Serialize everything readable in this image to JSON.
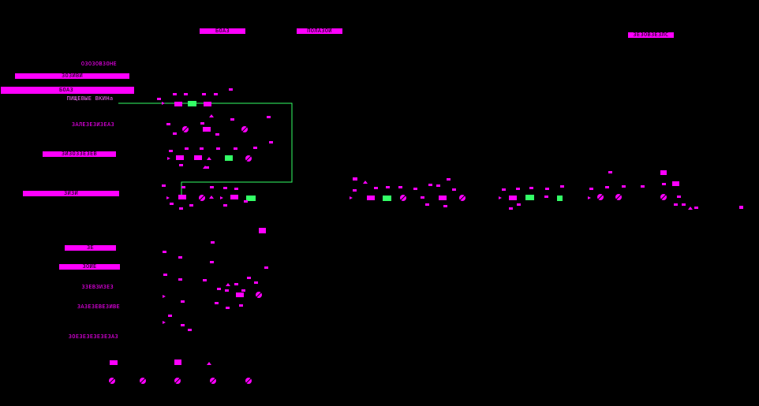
{
  "palette": {
    "background": "#000000",
    "element": "#ff00ff",
    "active": "#33ff66",
    "pipe": "#33ff66"
  },
  "header": {
    "tag_left": "БОАЗ",
    "tag_mid": "ПОЛАЗОИ",
    "tag_right": "ЗЕЗОВЗЕЗЛС"
  },
  "sidebar": {
    "group1": [
      {
        "text": "ОЗОЗОВЗОНЕ"
      },
      {
        "text": "ЗОЗИВИ"
      },
      {
        "text": "БОАЗ"
      },
      {
        "text": "ПИЩЕВЫЕ ВКИНа"
      },
      {
        "text": "ЗАЛЕЗЕЗИЗЕАЗ"
      },
      {
        "text": "ЗИЗОЗЗЕЗЕВ"
      },
      {
        "text": "ЗИЗИ"
      }
    ],
    "group2": [
      {
        "text": "ЗЕ"
      },
      {
        "text": "ЗОИЕ"
      },
      {
        "text": "ЗЗЕВЗИЗЕЗ"
      },
      {
        "text": "ЗАЗЕЗЕВЕЗИВЕ"
      },
      {
        "text": "ЗОЕЗЕЗЕЗЕЗЕЗАЗ"
      }
    ]
  },
  "equipment": {
    "active_valves": 6,
    "pump_glyph": "⊘"
  }
}
